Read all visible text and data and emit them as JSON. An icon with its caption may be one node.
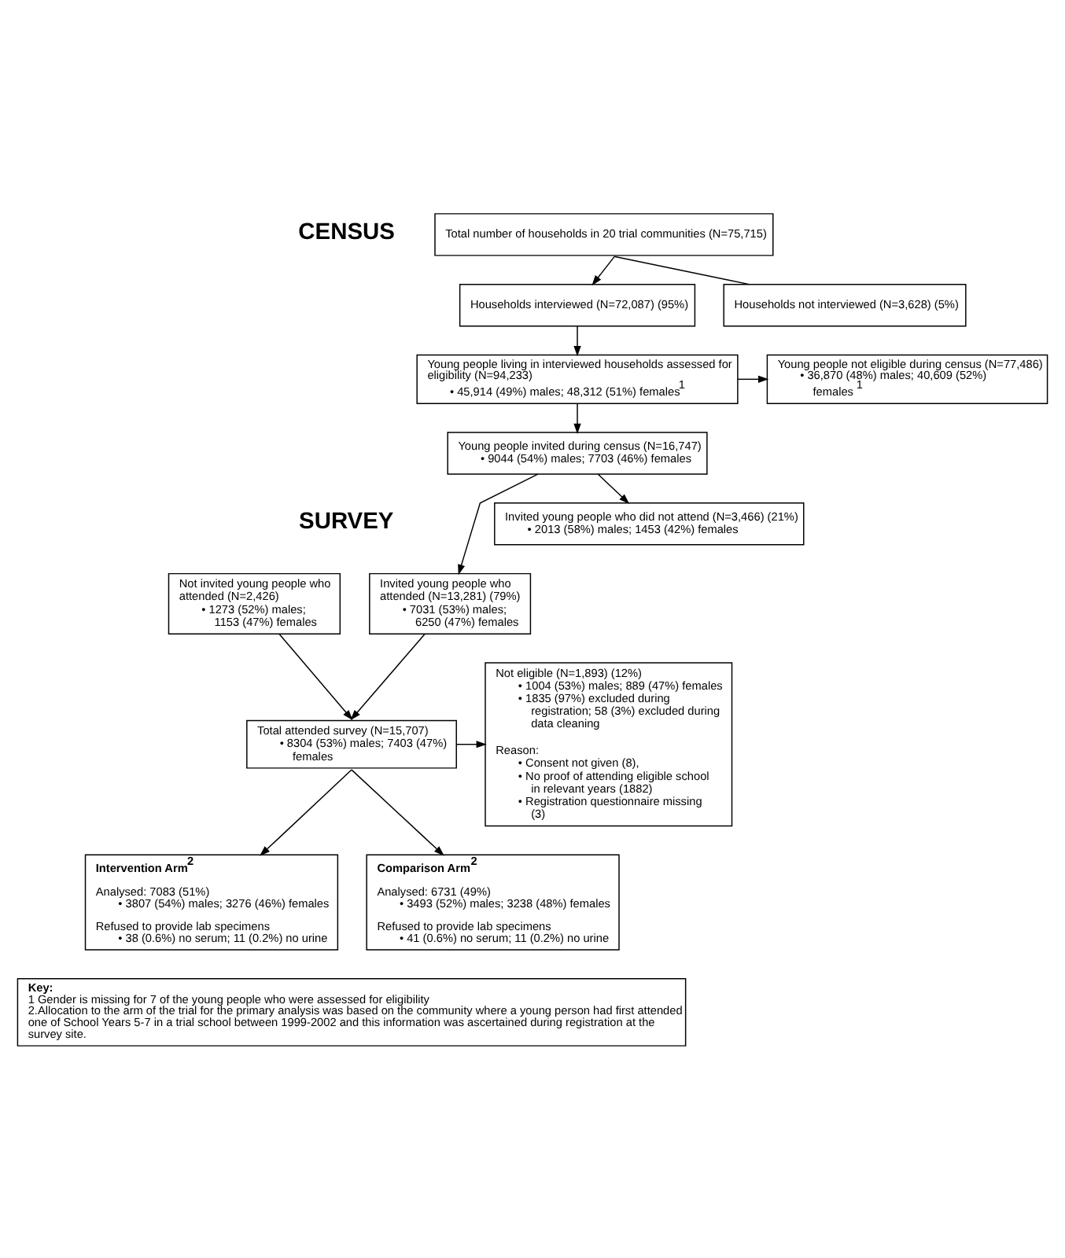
{
  "diagram": {
    "nodes": [
      {
        "text": [
          "Total number of households in 20 trial communities (N=75,715)"
        ]
      },
      {
        "text": [
          "Households not interviewed (N=3,628) (5%)"
        ]
      },
      {
        "text": [
          "Households interviewed (N=72,087) (95%)"
        ]
      },
      {
        "text": [
          "Young people living in interviewed households assessed for eligibility (N=94,233)",
          "• 45,914 (49%) males; 48,312 (51%) females$^{1}$"
        ]
      },
      {
        "text": [
          "Young people not eligible during census (N=77,486)",
          "• 36,870 (48%) males; 40,609 (52%) females$^{1}$"
        ]
      },
      {
        "text": [
          "Young people invited during census (N=16,747)",
          "• 9044 (54%) males; 7703 (46%) females"
        ]
      },
      {
        "text": [
          "Invited young people who did not attend (N=3,466) (21%)",
          "• 2013 (58%) males; 1453 (42%) females"
        ]
      },
      {
        "text": [
          "Not invited young people who attended (N=2,426)",
          "• 1273 (52%) males; 1153 (47%) females"
        ]
      },
      {
        "text": [
          "Invited young people who attended (N=13,281) (79%)",
          "• 7031 (53%) males; 6250 (47%) females"
        ]
      },
      {
        "text": [
          "Total attended survey (N=15,707)",
          "• 8304 (53%) males; 7403 (47%) females"
        ]
      },
      {
        "text": [
          "Not eligible (N=1,893) (12%)",
          "• 1004 (53%) males; 889 (47%) females",
          "• 1835 (97%) excluded during registration; 58 (3%) excluded during data cleaning",
          "Reason:",
          "• Consent not given (8),",
          "• No proof of attending eligible school in relevant years (1882)",
          "• Registration questionnaire missing (3)"
        ]
      },
      {
        "text": [
          "Intervention Arm$^{2}$",
          "Analysed: 7083 (51%)",
          "• 3807 (54%) males; 3276 (46%) females",
          "Refused to provide lab specimens",
          "• 38 (0.6%) no serum; 11 (0.2%) no urine"
        ]
      },
      {
        "text": [
          "Comparison Arm$^{2}$",
          "Analysed: 6731 (49%)",
          "• 3493 (52%) males; 3238 (48%) females",
          "Refused to provide lab specimens",
          "• 41 (0.6%) no serum; 11 (0.2%) no urine"
        ]
      },
      {
        "text": [
          "Key:",
          "1 Gender is missing for 7 of the young people who were assessed for eligibility",
          "2.Allocation to the arm of the trial for the primary analysis was based on the community where a young person had first attended one of School Years 5-7 in a trial school between 1999-2002 and this information was ascertained during registration at the survey site."
        ]
      }
    ],
    "edges": [
      {
        "from": 0,
        "to": 2,
        "arrow": "to"
      },
      {
        "from": 0,
        "to": 1,
        "arrow": "none"
      },
      {
        "from": 2,
        "to": 3,
        "arrow": "to"
      },
      {
        "from": 3,
        "to": 4,
        "arrow": "to"
      },
      {
        "from": 3,
        "to": 5,
        "arrow": "to"
      },
      {
        "from": 5,
        "to": 8,
        "arrow": "to"
      },
      {
        "from": 5,
        "to": 6,
        "arrow": "to"
      },
      {
        "from": 7,
        "to": 9,
        "arrow": "to"
      },
      {
        "from": 8,
        "to": 9,
        "arrow": "to"
      },
      {
        "from": 9,
        "to": 10,
        "arrow": "to"
      },
      {
        "from": 9,
        "to": 11,
        "arrow": "to"
      },
      {
        "from": 9,
        "to": 12,
        "arrow": "to"
      }
    ],
    "labels": [
      "CENSUS",
      "SURVEY"
    ]
  }
}
